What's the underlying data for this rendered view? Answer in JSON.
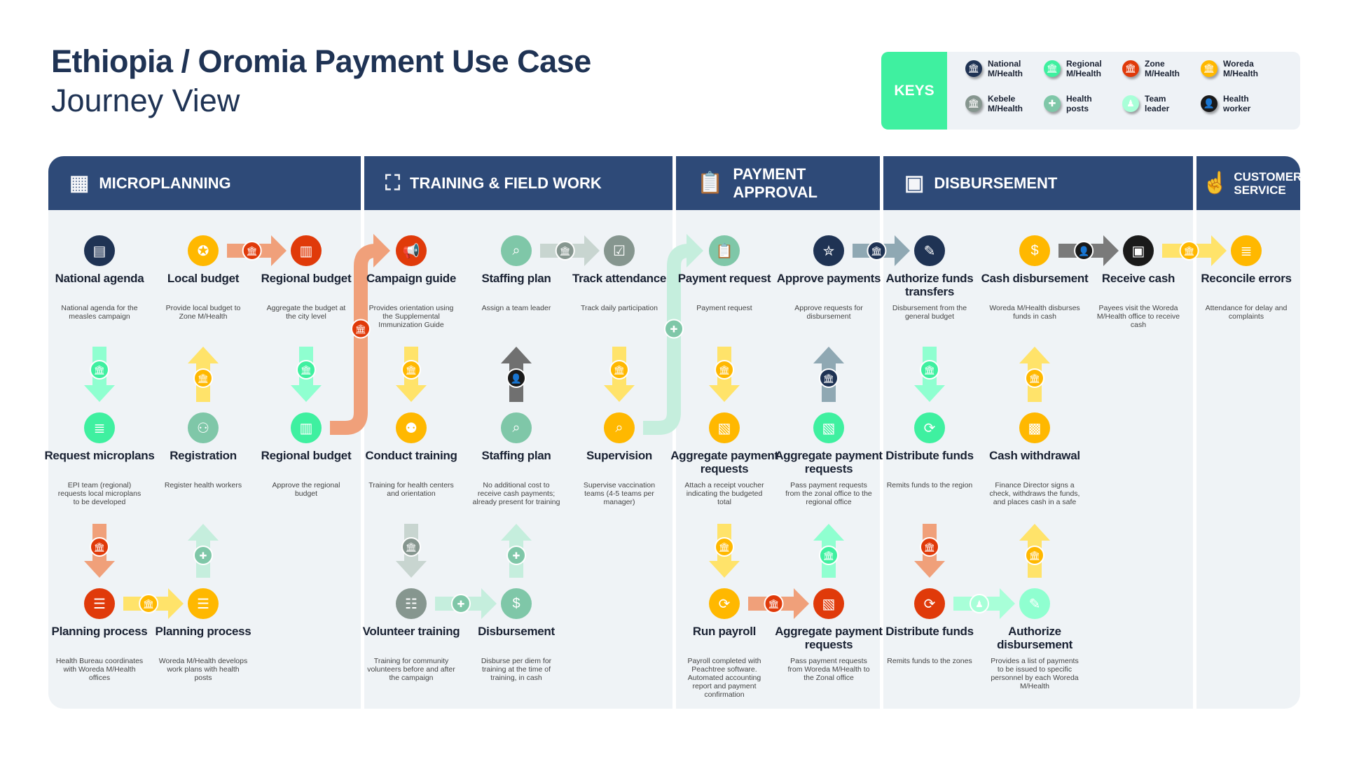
{
  "header": {
    "title": "Ethiopia / Oromia Payment Use Case",
    "subtitle": "Journey View"
  },
  "keys": {
    "label": "KEYS",
    "items": [
      {
        "id": "national",
        "label": "National M/Health",
        "color": "#1f3354",
        "icon": "building-icon"
      },
      {
        "id": "regional",
        "label": "Regional M/Health",
        "color": "#3ff0a0",
        "icon": "building-icon"
      },
      {
        "id": "zone",
        "label": "Zone M/Health",
        "color": "#e03a0a",
        "icon": "building-icon"
      },
      {
        "id": "woreda",
        "label": "Woreda M/Health",
        "color": "#ffb800",
        "icon": "building-icon"
      },
      {
        "id": "kebele",
        "label": "Kebele M/Health",
        "color": "#86968f",
        "icon": "building-icon"
      },
      {
        "id": "healthposts",
        "label": "Health posts",
        "color": "#7fc7a8",
        "icon": "health-post-icon"
      },
      {
        "id": "teamleader",
        "label": "Team leader",
        "color": "#a8ffd8",
        "icon": "team-leader-icon"
      },
      {
        "id": "healthworker",
        "label": "Health worker",
        "color": "#1a1a1a",
        "icon": "health-worker-icon"
      }
    ]
  },
  "sections": [
    {
      "label": "MICROPLANNING",
      "icon": "calendar-icon"
    },
    {
      "label": "TRAINING & FIELD WORK",
      "icon": "presentation-map-icon"
    },
    {
      "label": "PAYMENT APPROVAL",
      "icon": "clipboard-dollar-icon"
    },
    {
      "label": "DISBURSEMENT",
      "icon": "wallet-icon"
    },
    {
      "label": "CUSTOMER SERVICE",
      "icon": "hand-person-icon"
    }
  ],
  "nodes": [
    {
      "title": "National agenda",
      "desc": "National agenda for the measles campaign",
      "color": "#1f3354",
      "icon": "book-icon"
    },
    {
      "title": "Request microplans",
      "desc": "EPI team (regional) requests local microplans to be developed",
      "color": "#3ff0a0",
      "icon": "document-icon"
    },
    {
      "title": "Planning process",
      "desc": "Health Bureau coordinates with Woreda M/Health offices",
      "color": "#e03a0a",
      "icon": "clipboard-icon"
    },
    {
      "title": "Local budget",
      "desc": "Provide local budget to Zone M/Health",
      "color": "#ffb800",
      "icon": "money-bag-icon"
    },
    {
      "title": "Registration",
      "desc": "Register health workers",
      "color": "#7fc7a8",
      "icon": "people-icon"
    },
    {
      "title": "Planning process",
      "desc": "Woreda M/Health develops work plans with health posts",
      "color": "#ffb800",
      "icon": "clipboard-icon"
    },
    {
      "title": "Regional budget",
      "desc": "Aggregate the budget at the city level",
      "color": "#e03a0a",
      "icon": "coins-icon"
    },
    {
      "title": "Regional budget",
      "desc": "Approve the regional budget",
      "color": "#3ff0a0",
      "icon": "coins-icon"
    },
    {
      "title": "Campaign guide",
      "desc": "Provides orientation using the Supplemental Immunization Guide",
      "color": "#e03a0a",
      "icon": "megaphone-icon"
    },
    {
      "title": "Conduct training",
      "desc": "Training for health centers and orientation",
      "color": "#ffb800",
      "icon": "team-icon"
    },
    {
      "title": "Volunteer training",
      "desc": "Training for community volunteers before and after the campaign",
      "color": "#86968f",
      "icon": "meeting-icon"
    },
    {
      "title": "Staffing plan",
      "desc": "Assign a team leader",
      "color": "#7fc7a8",
      "icon": "search-person-icon"
    },
    {
      "title": "Staffing plan",
      "desc": "No additional cost to receive cash payments; already present for training",
      "color": "#7fc7a8",
      "icon": "search-person-icon"
    },
    {
      "title": "Disbursement",
      "desc": "Disburse per diem for training at the time of training, in cash",
      "color": "#7fc7a8",
      "icon": "cash-icon"
    },
    {
      "title": "Track attendance",
      "desc": "Track daily participation",
      "color": "#86968f",
      "icon": "checklist-icon"
    },
    {
      "title": "Supervision",
      "desc": "Supervise vaccination teams (4-5 teams per manager)",
      "color": "#ffb800",
      "icon": "search-person-icon"
    },
    {
      "title": "Payment request",
      "desc": "Payment request",
      "color": "#7fc7a8",
      "icon": "clipboard-dollar-icon"
    },
    {
      "title": "Aggregate payment requests",
      "desc": "Attach a receipt voucher indicating the budgeted total",
      "color": "#ffb800",
      "icon": "receipt-icon"
    },
    {
      "title": "Run payroll",
      "desc": "Payroll completed with Peachtree software. Automated accounting report and payment confirmation",
      "color": "#ffb800",
      "icon": "cash-cycle-icon"
    },
    {
      "title": "Approve payments",
      "desc": "Approve requests for disbursement",
      "color": "#1f3354",
      "icon": "award-icon"
    },
    {
      "title": "Aggregate payment requests",
      "desc": "Pass payment requests from the zonal office to the regional office",
      "color": "#3ff0a0",
      "icon": "receipt-icon"
    },
    {
      "title": "Aggregate payment requests",
      "desc": "Pass payment requests from Woreda M/Health to the Zonal office",
      "color": "#e03a0a",
      "icon": "receipt-icon"
    },
    {
      "title": "Authorize funds transfers",
      "desc": "Disbursement from the general budget",
      "color": "#1f3354",
      "icon": "document-pen-icon"
    },
    {
      "title": "Distribute funds",
      "desc": "Remits funds to the region",
      "color": "#3ff0a0",
      "icon": "cash-cycle-icon"
    },
    {
      "title": "Distribute funds",
      "desc": "Remits funds to the zones",
      "color": "#e03a0a",
      "icon": "cash-cycle-icon"
    },
    {
      "title": "Cash disbursement",
      "desc": "Woreda M/Health disburses funds in cash",
      "color": "#ffb800",
      "icon": "cash-icon"
    },
    {
      "title": "Cash withdrawal",
      "desc": "Finance Director signs a check, withdraws the funds, and places cash in a safe",
      "color": "#ffb800",
      "icon": "safe-icon"
    },
    {
      "title": "Authorize disbursement",
      "desc": "Provides a list of payments to be issued to specific personnel by each Woreda M/Health",
      "color": "#8fffd0",
      "icon": "document-pen-icon"
    },
    {
      "title": "Receive cash",
      "desc": "Payees visit the Woreda M/Health office to receive cash",
      "color": "#1a1a1a",
      "icon": "wallet-icon"
    },
    {
      "title": "Reconcile errors",
      "desc": "Attendance for delay and complaints",
      "color": "#ffb800",
      "icon": "document-icon"
    }
  ],
  "connectors": [
    {
      "from": 3,
      "to": 6,
      "color": "#f0a07a",
      "role": "zone"
    },
    {
      "from": 11,
      "to": 14,
      "color": "#c8d5d0",
      "role": "kebele"
    },
    {
      "from": 19,
      "to": 22,
      "color": "#8fa8b3",
      "role": "national"
    },
    {
      "from": 25,
      "to": 28,
      "color": "#7a7a7a",
      "role": "healthworker"
    },
    {
      "from": 28,
      "to": 29,
      "color": "#ffe36a",
      "role": "woreda"
    },
    {
      "from": 2,
      "to": 5,
      "color": "#ffe36a",
      "role": "woreda"
    },
    {
      "from": 10,
      "to": 13,
      "color": "#c5eedd",
      "role": "healthposts"
    },
    {
      "from": 18,
      "to": 21,
      "color": "#f0a07a",
      "role": "zone"
    },
    {
      "from": 24,
      "to": 27,
      "color": "#a8ffd8",
      "role": "teamleader"
    },
    {
      "from": 0,
      "to": 1,
      "color": "#8fffd0",
      "role": "regional"
    },
    {
      "from": 4,
      "to": 3,
      "color": "#ffe36a",
      "role": "woreda"
    },
    {
      "from": 6,
      "to": 7,
      "color": "#8fffd0",
      "role": "regional"
    },
    {
      "from": 8,
      "to": 9,
      "color": "#ffe36a",
      "role": "woreda"
    },
    {
      "from": 12,
      "to": 11,
      "color": "#707070",
      "role": "healthworker"
    },
    {
      "from": 14,
      "to": 15,
      "color": "#ffe36a",
      "role": "woreda"
    },
    {
      "from": 16,
      "to": 17,
      "color": "#ffe36a",
      "role": "woreda"
    },
    {
      "from": 20,
      "to": 19,
      "color": "#8fa8b3",
      "role": "national"
    },
    {
      "from": 22,
      "to": 23,
      "color": "#8fffd0",
      "role": "regional"
    },
    {
      "from": 26,
      "to": 25,
      "color": "#ffe36a",
      "role": "woreda"
    },
    {
      "from": 1,
      "to": 2,
      "color": "#f0a07a",
      "role": "zone"
    },
    {
      "from": 5,
      "to": 4,
      "color": "#c5eedd",
      "role": "healthposts"
    },
    {
      "from": 9,
      "to": 10,
      "color": "#c8d5d0",
      "role": "kebele"
    },
    {
      "from": 13,
      "to": 12,
      "color": "#c5eedd",
      "role": "healthposts"
    },
    {
      "from": 17,
      "to": 18,
      "color": "#ffe36a",
      "role": "woreda"
    },
    {
      "from": 21,
      "to": 20,
      "color": "#8fffd0",
      "role": "regional"
    },
    {
      "from": 23,
      "to": 24,
      "color": "#f0a07a",
      "role": "zone"
    },
    {
      "from": 27,
      "to": 26,
      "color": "#ffe36a",
      "role": "woreda"
    },
    {
      "from": 7,
      "to": 8,
      "color": "#f0a07a",
      "role": "zone"
    },
    {
      "from": 15,
      "to": 16,
      "color": "#c5eedd",
      "role": "healthposts"
    }
  ]
}
